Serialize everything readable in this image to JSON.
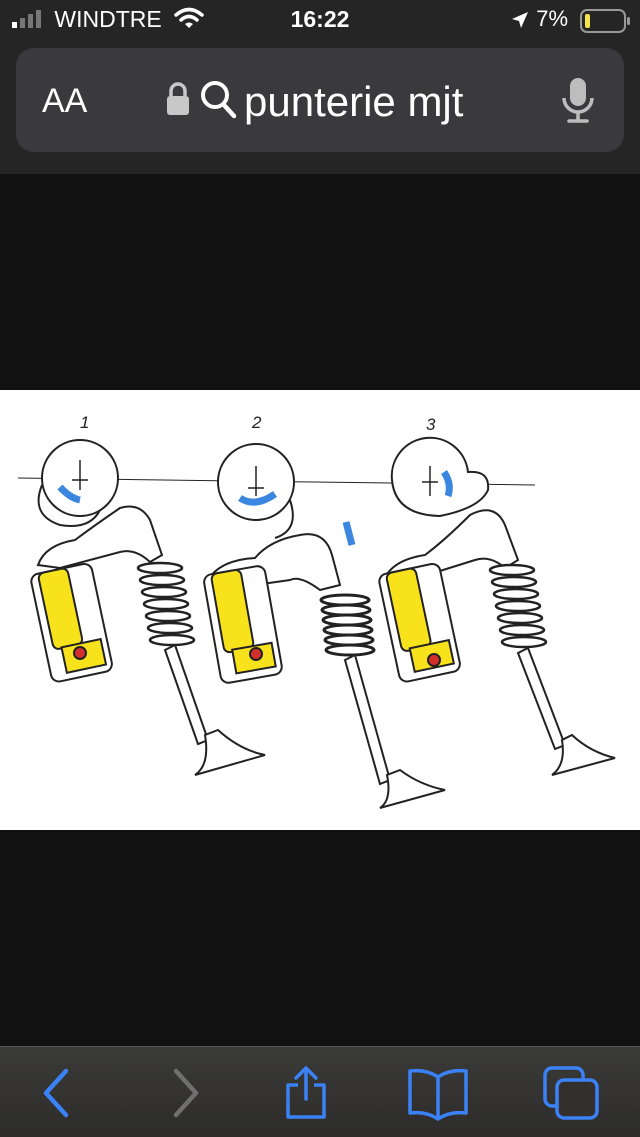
{
  "status_bar": {
    "carrier": "WINDTRE",
    "time": "16:22",
    "battery": "7%"
  },
  "address_bar": {
    "reader_button": "AA",
    "query": "punterie mjt"
  },
  "figure": {
    "labels": [
      "1",
      "2",
      "3"
    ]
  },
  "toolbar": {
    "buttons": [
      "back",
      "forward",
      "share",
      "bookmarks",
      "tabs"
    ]
  }
}
